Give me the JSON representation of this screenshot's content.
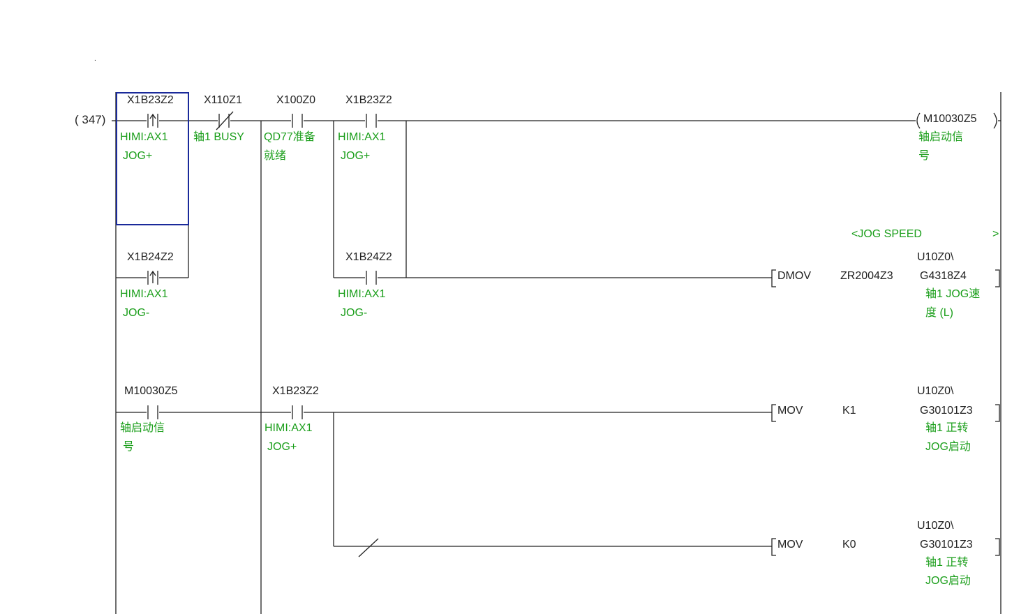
{
  "step_number": "( 347)",
  "dot": ".",
  "contacts": [
    {
      "device": "X1B23Z2",
      "comment1": "HIMI:AX1",
      "comment2": "JOG+"
    },
    {
      "device": "X110Z1",
      "comment1": "轴1 BUSY",
      "comment2": ""
    },
    {
      "device": "X100Z0",
      "comment1": "QD77准备",
      "comment2": "就绪"
    },
    {
      "device": "X1B23Z2",
      "comment1": "HIMI:AX1",
      "comment2": "JOG+"
    },
    {
      "device": "X1B24Z2",
      "comment1": "HIMI:AX1",
      "comment2": "JOG-"
    },
    {
      "device": "X1B24Z2",
      "comment1": "HIMI:AX1",
      "comment2": "JOG-"
    },
    {
      "device": "M10030Z5",
      "comment1": "轴启动信",
      "comment2": "号"
    },
    {
      "device": "X1B23Z2",
      "comment1": "HIMI:AX1",
      "comment2": "JOG+"
    }
  ],
  "coil": {
    "device": "M10030Z5",
    "comment1": "轴启动信",
    "comment2": "号"
  },
  "statement": "<JOG SPEED",
  "statement_end": ">",
  "instructions": [
    {
      "op": "DMOV",
      "src": "ZR2004Z3",
      "dst1": "U10Z0\\",
      "dst2": "G4318Z4",
      "comment1": "轴1 JOG速",
      "comment2": "度 (L)"
    },
    {
      "op": "MOV",
      "src": "K1",
      "dst1": "U10Z0\\",
      "dst2": "G30101Z3",
      "comment1": "轴1 正转",
      "comment2": "JOG启动"
    },
    {
      "op": "MOV",
      "src": "K0",
      "dst1": "U10Z0\\",
      "dst2": "G30101Z3",
      "comment1": "轴1 正转",
      "comment2": "JOG启动"
    }
  ],
  "colors": {
    "comment": "#1a9e1a",
    "cursor": "#1a2a9a",
    "line": "#222222"
  }
}
